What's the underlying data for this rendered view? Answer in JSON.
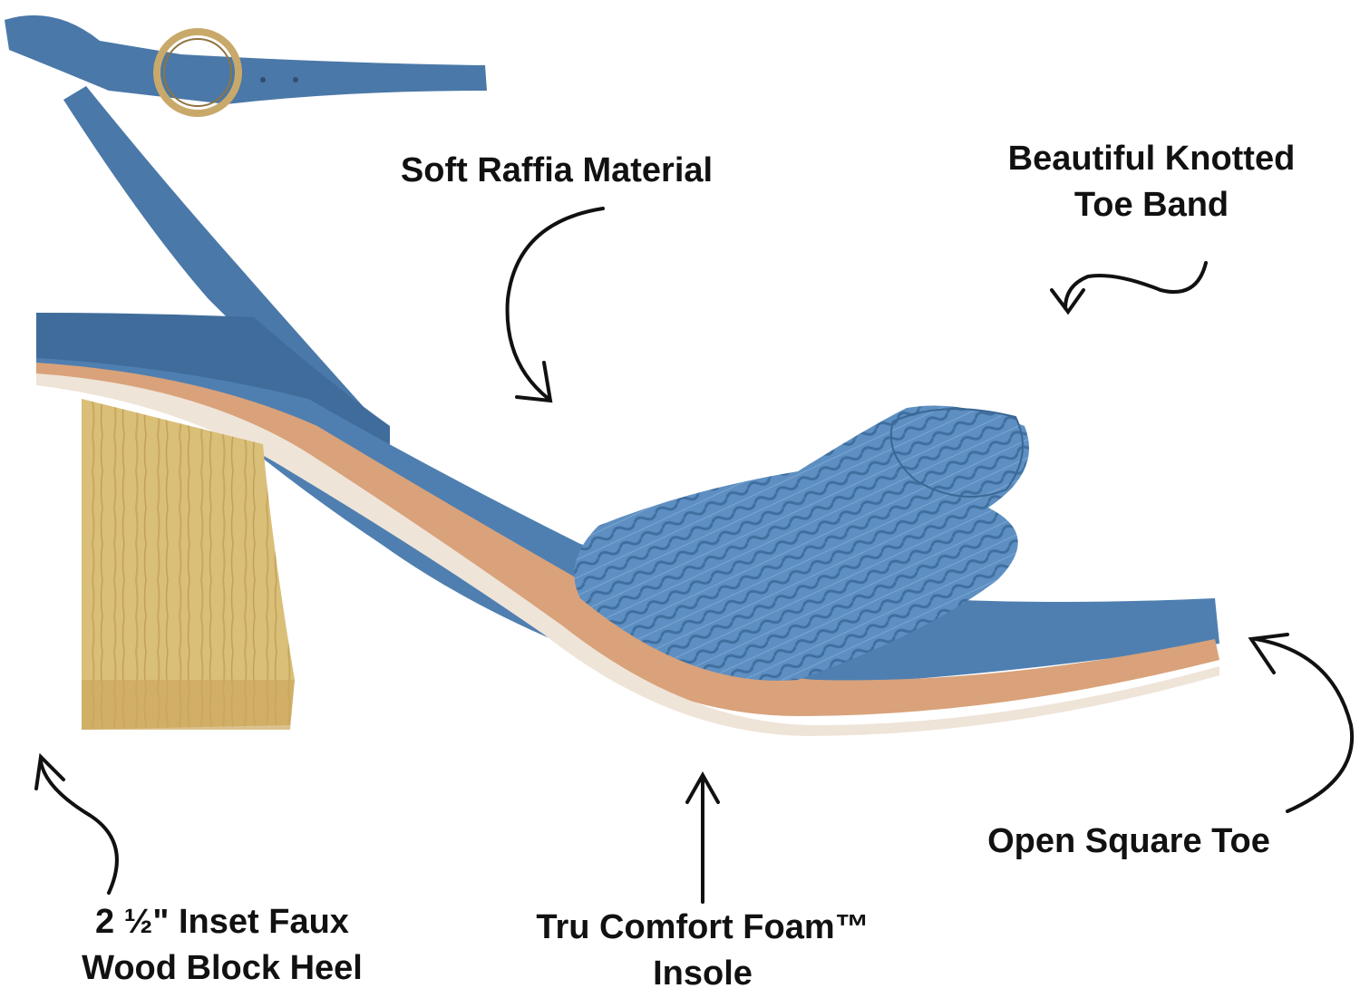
{
  "callouts": {
    "raffia": {
      "line1": "Soft Raffia Material"
    },
    "knot": {
      "line1": "Beautiful Knotted",
      "line2": "Toe Band"
    },
    "toe": {
      "line1": "Open Square Toe"
    },
    "heel": {
      "line1": "2 ½\" Inset Faux",
      "line2": "Wood Block Heel"
    },
    "insole": {
      "line1": "Tru Comfort Foam™",
      "line2": "Insole"
    }
  },
  "colors": {
    "strap_blue": "#4a78a8",
    "raffia_blue": "#5e8fc2",
    "heel_wood": "#d9bf78",
    "sole_edge": "#d9a27a",
    "arrow": "#111111"
  },
  "product_image": {
    "subject": "blue knotted raffia block-heel sandal"
  }
}
